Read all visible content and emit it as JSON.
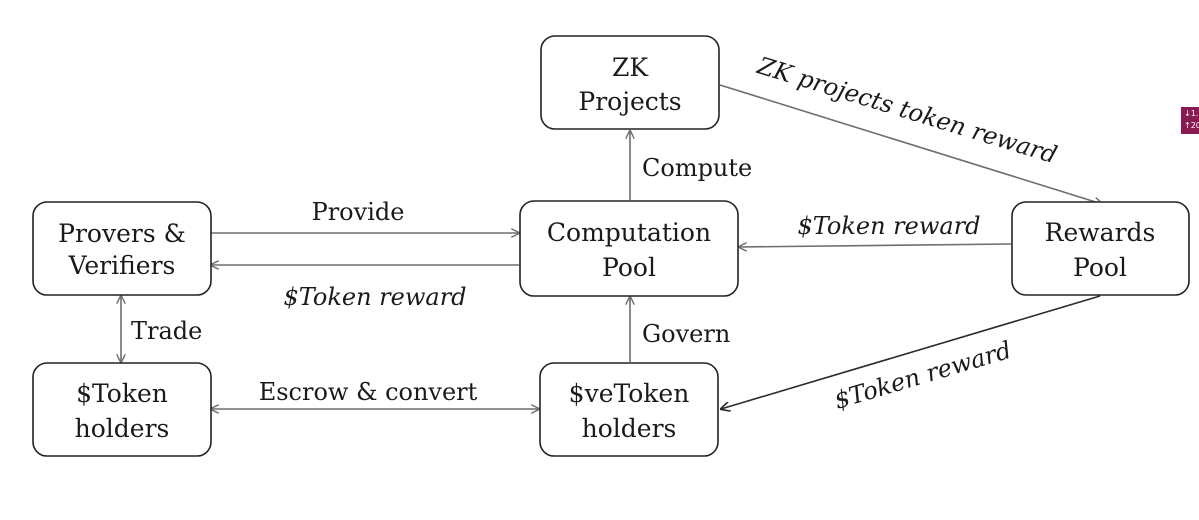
{
  "colors": {
    "node_border": "#222222",
    "arrow_gray": "#6e6e6e",
    "arrow_dark": "#2a2a2a",
    "badge_bg": "#8a1a52"
  },
  "nodes": {
    "zk_projects": {
      "lines": [
        "ZK",
        "Projects"
      ]
    },
    "provers_verifiers": {
      "lines": [
        "Provers &",
        "Verifiers"
      ]
    },
    "computation_pool": {
      "lines": [
        "Computation",
        "Pool"
      ]
    },
    "rewards_pool": {
      "lines": [
        "Rewards",
        "Pool"
      ]
    },
    "token_holders": {
      "lines": [
        "$Token",
        "holders"
      ]
    },
    "vetoken_holders": {
      "lines": [
        "$veToken",
        "holders"
      ]
    }
  },
  "edges": {
    "zk_reward": {
      "label": "ZK projects token reward"
    },
    "compute": {
      "label": "Compute"
    },
    "provide": {
      "label": "Provide"
    },
    "token_reward_to_provers": {
      "label": "$Token reward"
    },
    "token_reward_to_pool": {
      "label": "$Token reward"
    },
    "trade": {
      "label": "Trade"
    },
    "govern": {
      "label": "Govern"
    },
    "escrow": {
      "label": "Escrow & convert"
    },
    "token_reward_to_vetoken": {
      "label": "$Token reward"
    }
  },
  "corner_badge": {
    "line1": "↓1.",
    "line2": "↑20"
  }
}
